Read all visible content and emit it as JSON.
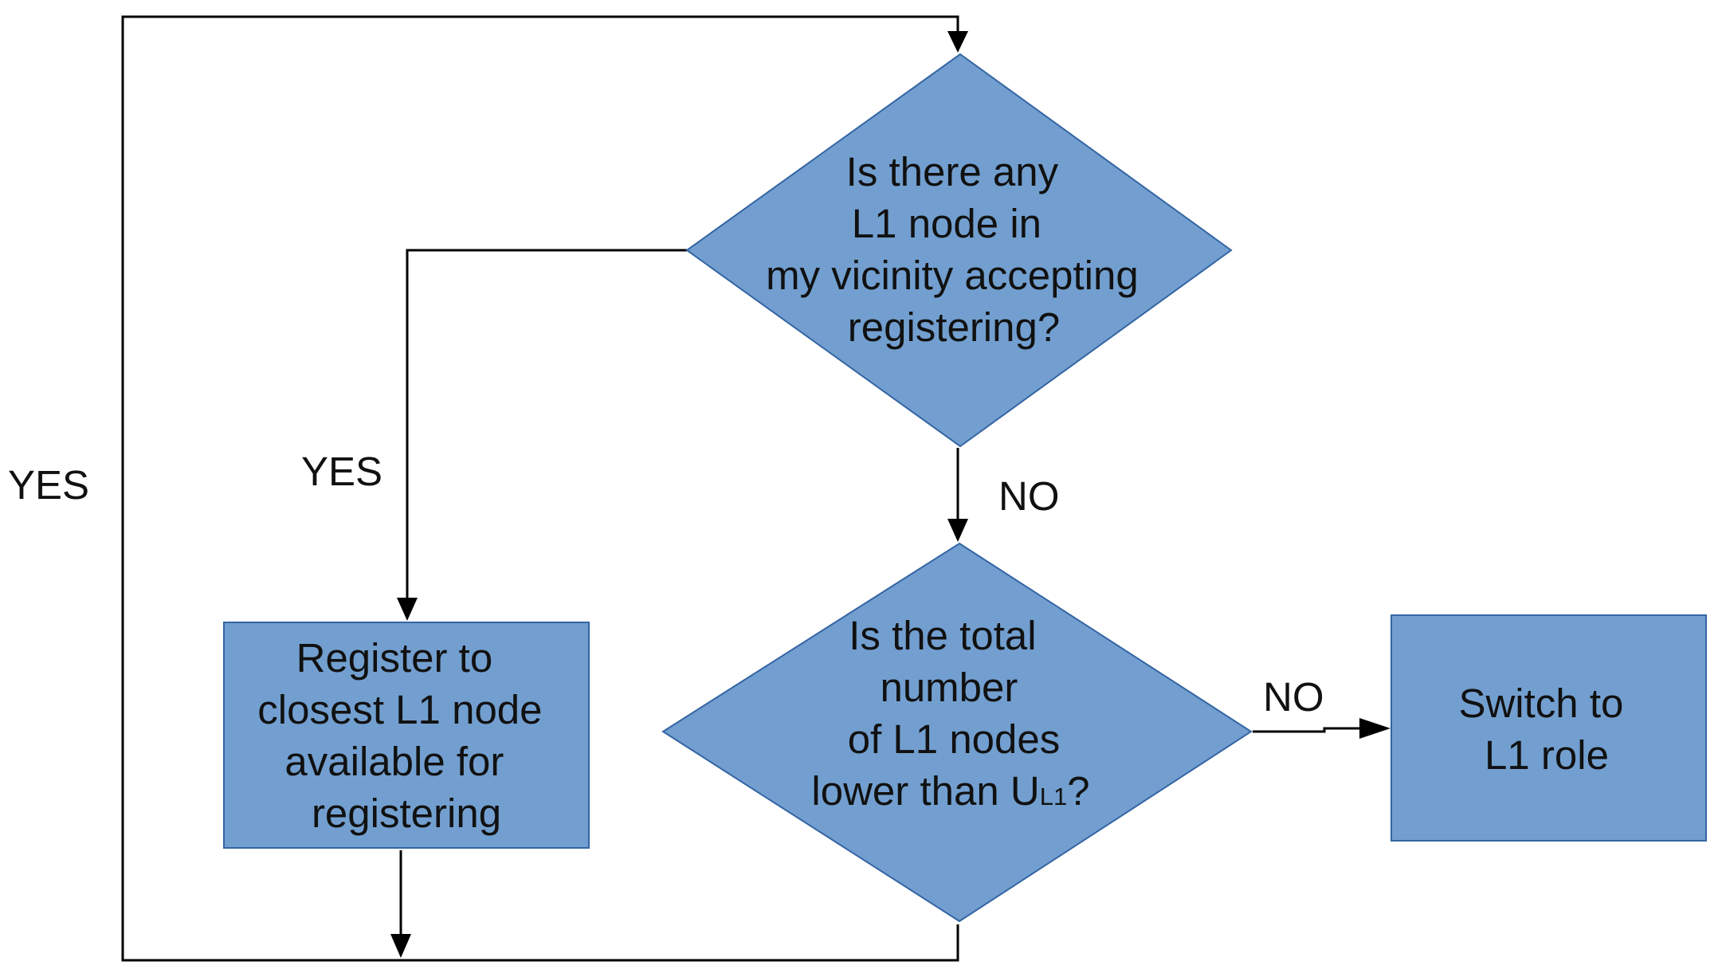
{
  "diagram": {
    "colors": {
      "shape_fill": "#729fcf",
      "shape_stroke": "#3465a4",
      "line": "#000000",
      "text": "#111111"
    },
    "nodes": {
      "decision1": {
        "shape": "diamond",
        "lines": [
          "Is there any",
          "L1 node in",
          "my vicinity accepting",
          "registering?"
        ]
      },
      "decision2": {
        "shape": "diamond",
        "lines": [
          "Is the total",
          "number",
          "of L1 nodes"
        ],
        "last_line": "lower than U",
        "last_sub": "L1",
        "last_suffix": "?"
      },
      "register": {
        "shape": "rectangle",
        "lines": [
          "Register to",
          "closest L1 node",
          "available for",
          "registering"
        ]
      },
      "switch": {
        "shape": "rectangle",
        "lines": [
          "Switch to",
          "L1 role"
        ]
      }
    },
    "edges": {
      "decision1_yes": "YES",
      "decision1_no": "NO",
      "decision2_no": "NO",
      "loop_yes": "YES"
    }
  }
}
